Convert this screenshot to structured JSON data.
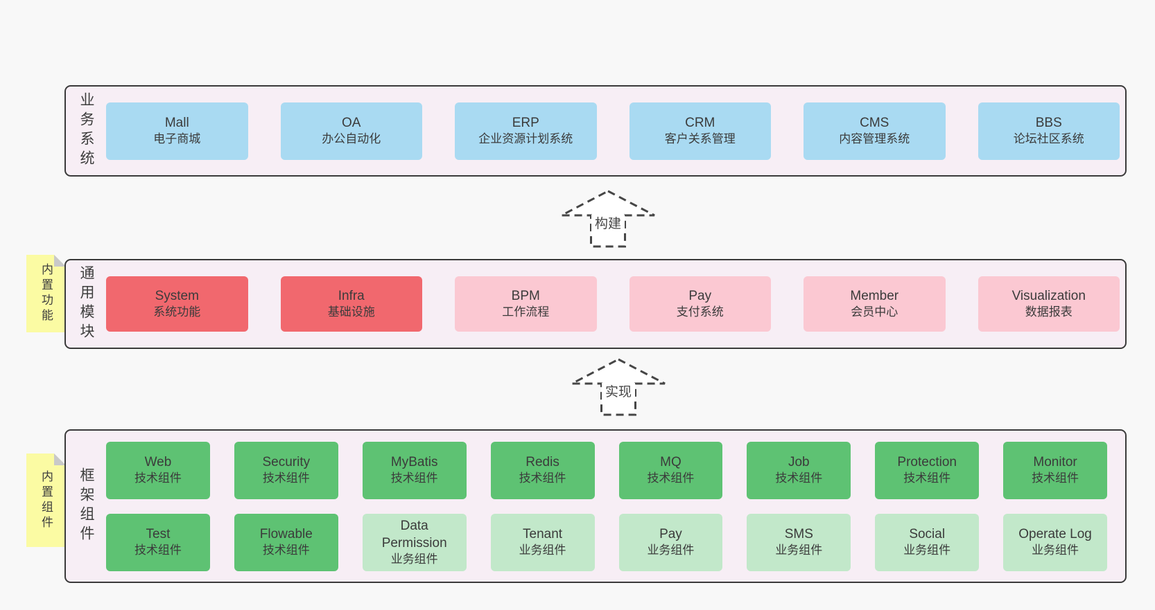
{
  "colors": {
    "page_bg": "#f8f8f8",
    "container_bg": "#f7eef5",
    "container_border": "#3a3a3a",
    "note_bg": "#fbfba3",
    "note_fold": "#c9c9c9",
    "text": "#3b3b3b",
    "arrow_stroke": "#464646",
    "variants": {
      "blue": "#a9daf2",
      "red": "#f1686e",
      "pink": "#fbc8d2",
      "green": "#5ec273",
      "green-light": "#c2e8ca"
    }
  },
  "notes": [
    {
      "text": "内置功能"
    },
    {
      "text": "内置组件"
    }
  ],
  "arrows": [
    {
      "label": "构建"
    },
    {
      "label": "实现"
    }
  ],
  "layers": [
    {
      "side_label": "业务系统",
      "rows": [
        [
          {
            "en": "Mall",
            "zh": "电子商城",
            "variant": "blue"
          },
          {
            "en": "OA",
            "zh": "办公自动化",
            "variant": "blue"
          },
          {
            "en": "ERP",
            "zh": "企业资源计划系统",
            "variant": "blue"
          },
          {
            "en": "CRM",
            "zh": "客户关系管理",
            "variant": "blue"
          },
          {
            "en": "CMS",
            "zh": "内容管理系统",
            "variant": "blue"
          },
          {
            "en": "BBS",
            "zh": "论坛社区系统",
            "variant": "blue"
          }
        ]
      ]
    },
    {
      "side_label": "通用模块",
      "rows": [
        [
          {
            "en": "System",
            "zh": "系统功能",
            "variant": "red"
          },
          {
            "en": "Infra",
            "zh": "基础设施",
            "variant": "red"
          },
          {
            "en": "BPM",
            "zh": "工作流程",
            "variant": "pink"
          },
          {
            "en": "Pay",
            "zh": "支付系统",
            "variant": "pink"
          },
          {
            "en": "Member",
            "zh": "会员中心",
            "variant": "pink"
          },
          {
            "en": "Visualization",
            "zh": "数据报表",
            "variant": "pink"
          }
        ]
      ]
    },
    {
      "side_label": "框架组件",
      "rows": [
        [
          {
            "en": "Web",
            "zh": "技术组件",
            "variant": "green"
          },
          {
            "en": "Security",
            "zh": "技术组件",
            "variant": "green"
          },
          {
            "en": "MyBatis",
            "zh": "技术组件",
            "variant": "green"
          },
          {
            "en": "Redis",
            "zh": "技术组件",
            "variant": "green"
          },
          {
            "en": "MQ",
            "zh": "技术组件",
            "variant": "green"
          },
          {
            "en": "Job",
            "zh": "技术组件",
            "variant": "green"
          },
          {
            "en": "Protection",
            "zh": "技术组件",
            "variant": "green"
          },
          {
            "en": "Monitor",
            "zh": "技术组件",
            "variant": "green"
          }
        ],
        [
          {
            "en": "Test",
            "zh": "技术组件",
            "variant": "green"
          },
          {
            "en": "Flowable",
            "zh": "技术组件",
            "variant": "green"
          },
          {
            "en": "Data Permission",
            "zh": "业务组件",
            "variant": "green-light"
          },
          {
            "en": "Tenant",
            "zh": "业务组件",
            "variant": "green-light"
          },
          {
            "en": "Pay",
            "zh": "业务组件",
            "variant": "green-light"
          },
          {
            "en": "SMS",
            "zh": "业务组件",
            "variant": "green-light"
          },
          {
            "en": "Social",
            "zh": "业务组件",
            "variant": "green-light"
          },
          {
            "en": "Operate Log",
            "zh": "业务组件",
            "variant": "green-light"
          }
        ]
      ]
    }
  ]
}
